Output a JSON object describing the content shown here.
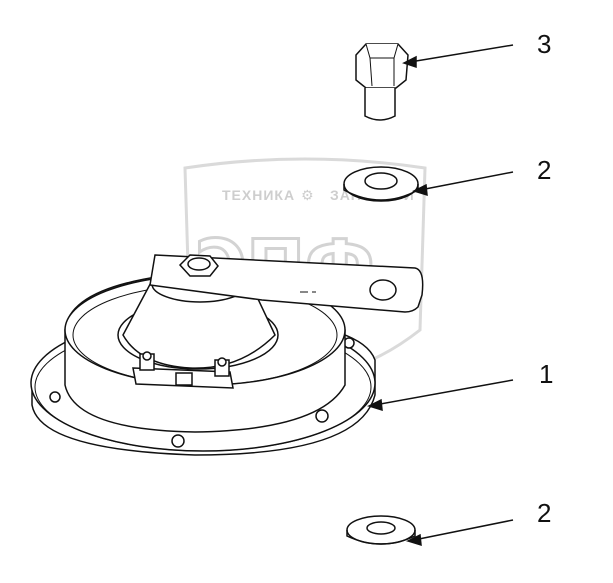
{
  "watermark": {
    "top_text_left": "ТЕХНИКА",
    "top_text_right": "ЗАПЧАСТИ",
    "big_text": "ЭПФ"
  },
  "callouts": [
    {
      "id": "bolt",
      "label": "3"
    },
    {
      "id": "washer-top",
      "label": "2"
    },
    {
      "id": "horn",
      "label": "1"
    },
    {
      "id": "washer-bottom",
      "label": "2"
    }
  ],
  "colors": {
    "line": "#111111",
    "watermark": "#c9c9c9"
  }
}
